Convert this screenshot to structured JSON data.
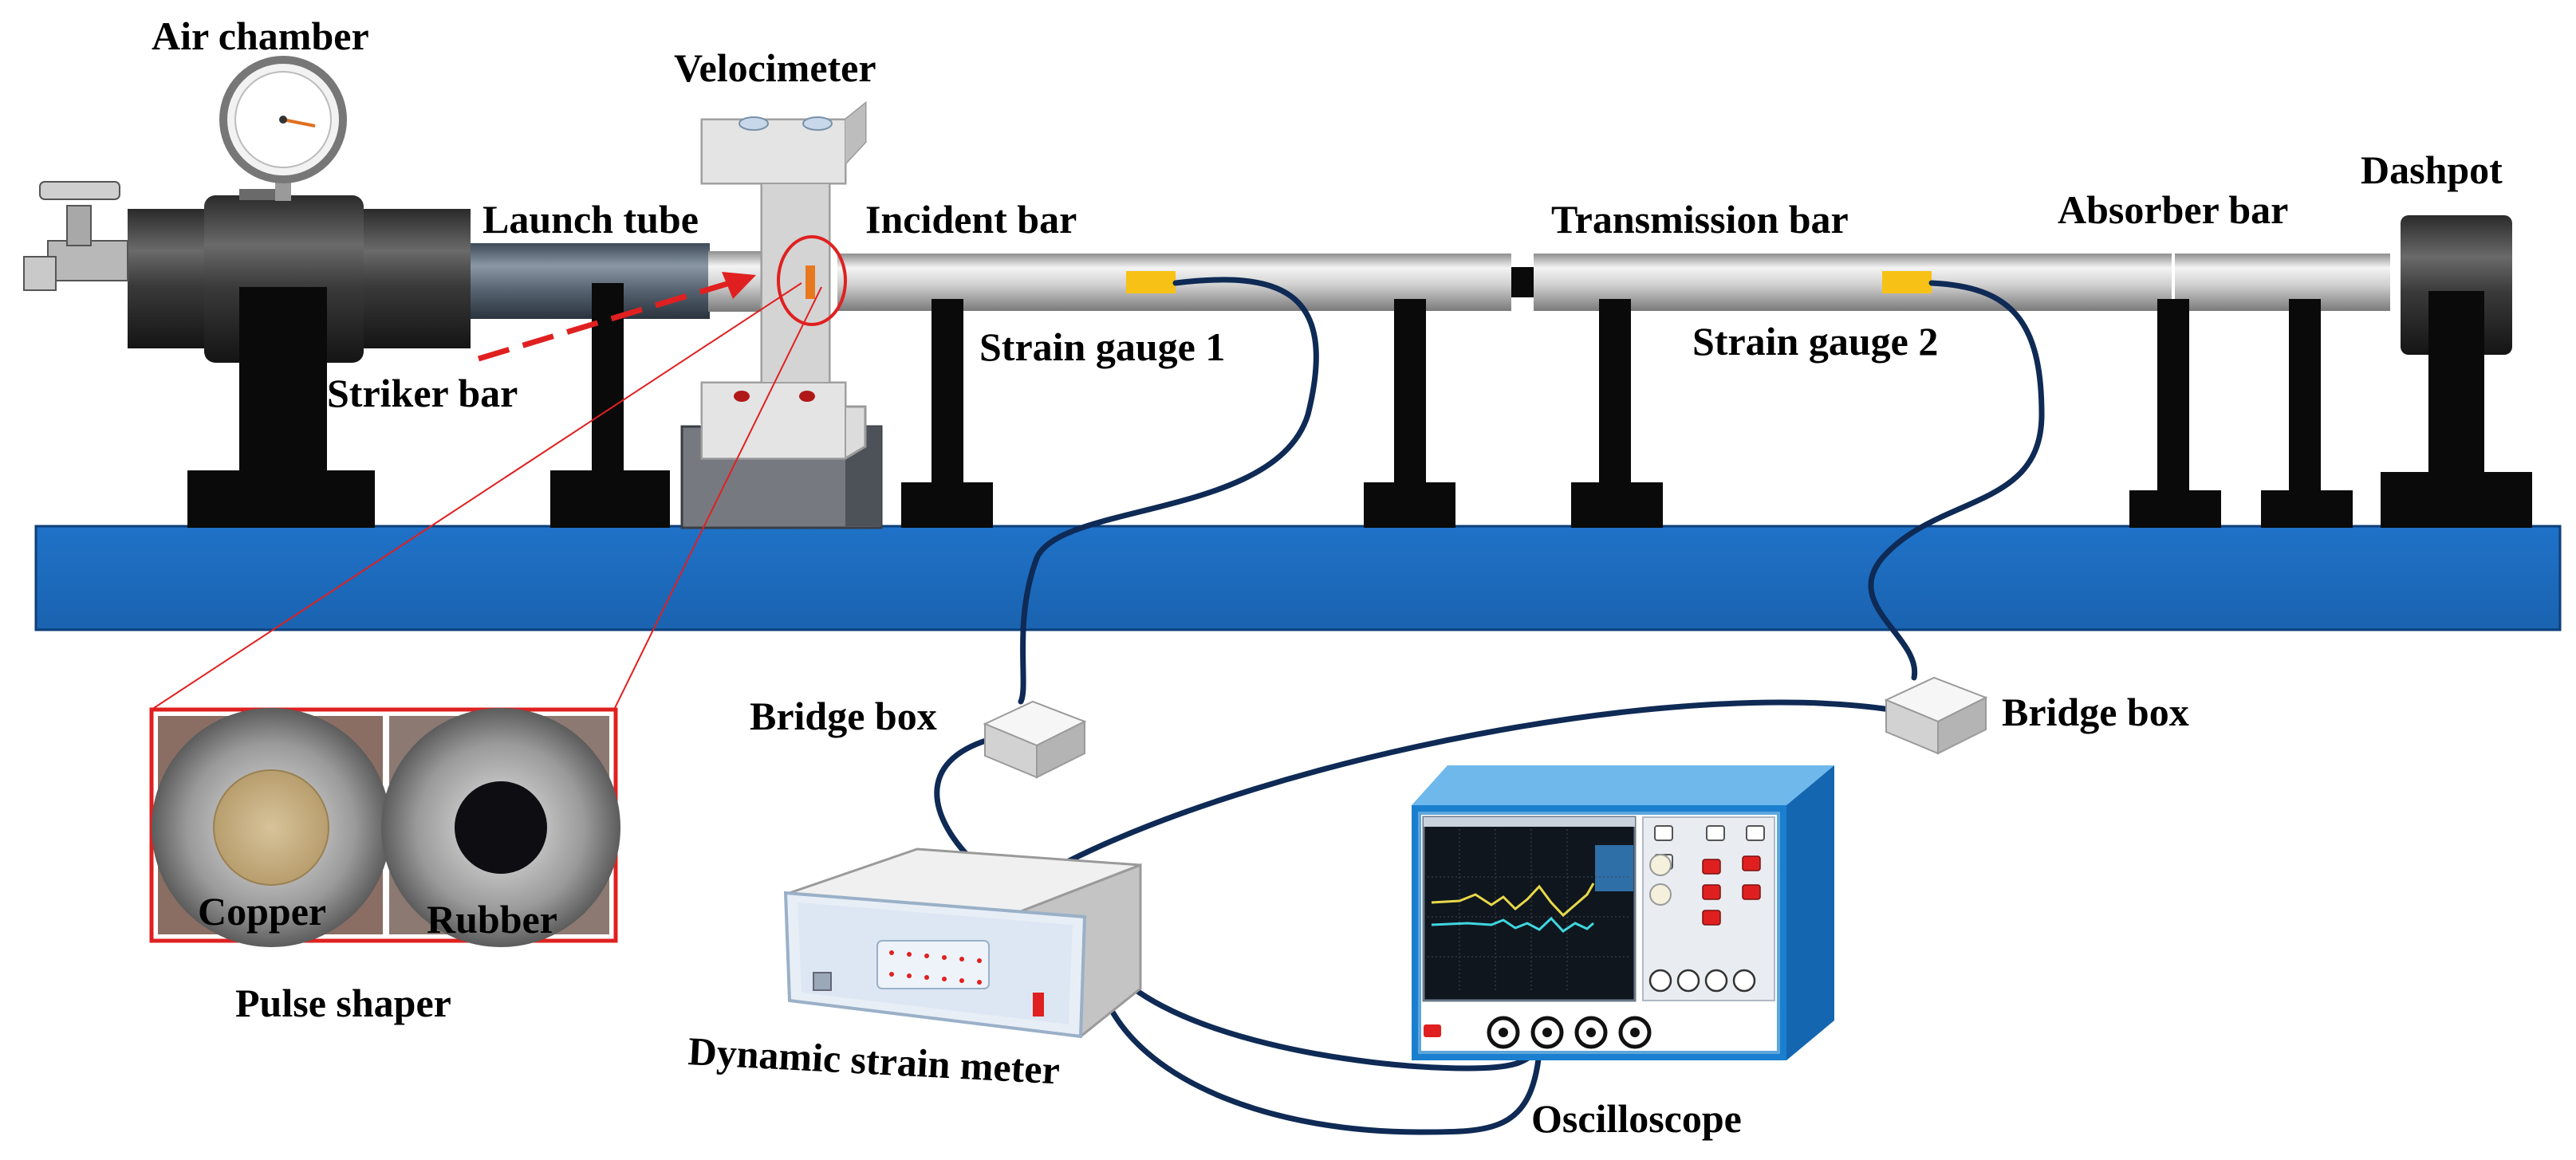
{
  "labels": {
    "air_chamber": "Air chamber",
    "velocimeter": "Velocimeter",
    "launch_tube": "Launch tube",
    "incident_bar": "Incident bar",
    "transmission_bar": "Transmission bar",
    "absorber_bar": "Absorber bar",
    "dashpot": "Dashpot",
    "striker_bar": "Striker bar",
    "strain_gauge_1": "Strain gauge 1",
    "strain_gauge_2": "Strain gauge 2",
    "bridge_box_left": "Bridge box",
    "bridge_box_right": "Bridge box",
    "copper": "Copper",
    "rubber": "Rubber",
    "pulse_shaper": "Pulse shaper",
    "dynamic_strain_meter": "Dynamic strain meter",
    "oscilloscope": "Oscilloscope"
  },
  "colors": {
    "table_blue": "#1f72c8",
    "support_black": "#0a0a0a",
    "bar_silver": "#c9c9c9",
    "gauge_yellow": "#f7c215",
    "cable_navy": "#0e2a55",
    "callout_red": "#e02020",
    "scope_blue": "#1b7fd0",
    "trace_yellow": "#e8d84a",
    "trace_cyan": "#3fd6e0"
  }
}
